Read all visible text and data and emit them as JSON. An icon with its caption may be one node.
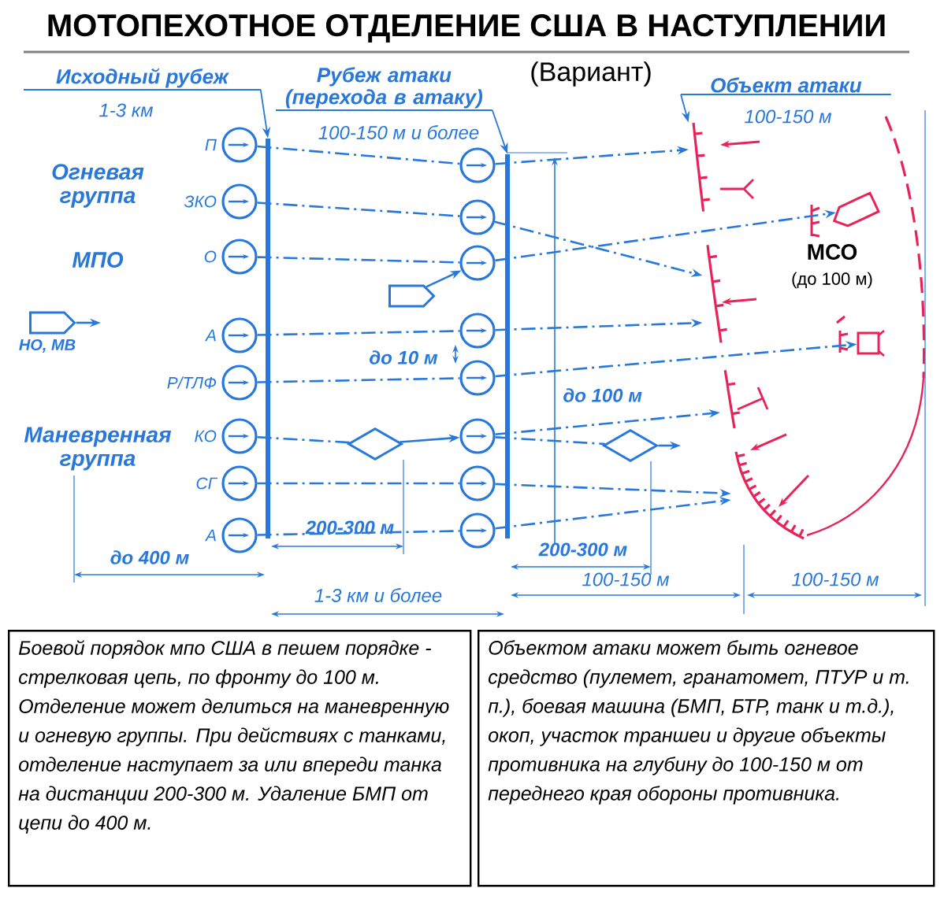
{
  "diagram": {
    "title": "МОТОПЕХОТНОЕ ОТДЕЛЕНИЕ США В НАСТУПЛЕНИИ",
    "nodes": [
      {
        "text": [
          "Исходный рубеж"
        ]
      },
      {
        "text": [
          "Рубеж атаки (перехода в атаку)"
        ]
      },
      {
        "text": [
          "Объект атаки"
        ]
      },
      {
        "text": [],
        "shape": "bar"
      },
      {
        "text": [],
        "shape": "bar"
      },
      {
        "text": [],
        "shape": "trench"
      },
      {
        "text": [],
        "shape": "trench"
      },
      {
        "text": [],
        "shape": "circle",
        "beside": [
          "П"
        ]
      },
      {
        "text": [],
        "shape": "circle",
        "beside": [
          "ЗКО"
        ]
      },
      {
        "text": [],
        "shape": "circle",
        "beside": [
          "О"
        ]
      },
      {
        "text": [],
        "shape": "circle",
        "beside": [
          "А"
        ]
      },
      {
        "text": [],
        "shape": "circle",
        "beside": [
          "Р/ТЛФ"
        ]
      },
      {
        "text": [],
        "shape": "circle",
        "beside": [
          "КО"
        ]
      },
      {
        "text": [],
        "shape": "circle",
        "beside": [
          "СГ"
        ]
      },
      {
        "text": [],
        "shape": "circle",
        "beside": [
          "А"
        ]
      },
      {
        "text": [],
        "shape": "circle"
      },
      {
        "text": [],
        "shape": "circle"
      },
      {
        "text": [],
        "shape": "circle"
      },
      {
        "text": [],
        "shape": "circle"
      },
      {
        "text": [],
        "shape": "circle"
      },
      {
        "text": [],
        "shape": "circle"
      },
      {
        "text": [],
        "shape": "circle"
      },
      {
        "text": [],
        "shape": "circle"
      },
      {
        "text": [],
        "shape": "vehicle",
        "beside": [
          "НО, МВ"
        ]
      },
      {
        "text": [],
        "shape": "vehicle"
      },
      {
        "text": [],
        "shape": "diamond"
      },
      {
        "text": [],
        "shape": "diamond"
      },
      {
        "text": [],
        "shape": "vehicle"
      },
      {
        "text": [],
        "shape": "box"
      },
      {
        "text": [
          "Боевой порядок мпо США в пешем порядке - стрелковая цепь, по фронту до 100 м. Отделение может делиться на маневренную и огневую группы. При действиях с танками, отделение наступает за или впереди танка на дистанции 200-300 м. Удаление БМП от цепи до 400 м."
        ]
      },
      {
        "text": [
          "Объектом атаки может быть огневое средство (пулемет, гранатомет, ПТУР и т. п.), боевая машина (БМП, БТР, танк и т.д.), окоп, участок траншеи и другие объекты противника на глубину до 100-150 м от переднего края обороны противника."
        ]
      },
      {
        "text": [],
        "shape": "trench"
      },
      {
        "text": [],
        "shape": "trench"
      }
    ],
    "edges": [
      {
        "from": 0,
        "to": 3,
        "arrow": "to"
      },
      {
        "from": 1,
        "to": 4,
        "arrow": "to"
      },
      {
        "from": 2,
        "to": 5,
        "arrow": "to"
      },
      {
        "from": 7,
        "to": 15,
        "arrow": "none",
        "style": "dashed"
      },
      {
        "from": 8,
        "to": 16,
        "arrow": "none",
        "style": "dashed"
      },
      {
        "from": 9,
        "to": 17,
        "arrow": "none",
        "style": "dashed"
      },
      {
        "from": 10,
        "to": 18,
        "arrow": "none",
        "style": "dashed"
      },
      {
        "from": 11,
        "to": 19,
        "arrow": "none",
        "style": "dashed"
      },
      {
        "from": 12,
        "to": 25,
        "arrow": "none",
        "style": "dashed"
      },
      {
        "from": 25,
        "to": 20,
        "arrow": "to"
      },
      {
        "from": 13,
        "to": 21,
        "arrow": "none",
        "style": "dashed"
      },
      {
        "from": 14,
        "to": 22,
        "arrow": "none",
        "style": "dashed"
      },
      {
        "from": 23,
        "to": null,
        "arrow": "to"
      },
      {
        "from": 24,
        "to": 17,
        "arrow": "to"
      },
      {
        "from": 26,
        "to": null,
        "arrow": "to"
      },
      {
        "from": 15,
        "to": 5,
        "arrow": "to",
        "style": "dashed"
      },
      {
        "from": 16,
        "to": 31,
        "arrow": "to",
        "style": "dashed"
      },
      {
        "from": 17,
        "to": 27,
        "arrow": "to",
        "style": "dashed"
      },
      {
        "from": 18,
        "to": 31,
        "arrow": "to",
        "style": "dashed"
      },
      {
        "from": 19,
        "to": 28,
        "arrow": "to",
        "style": "dashed"
      },
      {
        "from": 20,
        "to": 32,
        "arrow": "to",
        "style": "dashed"
      },
      {
        "from": 21,
        "to": 6,
        "arrow": "to",
        "style": "dashed"
      },
      {
        "from": 22,
        "to": 6,
        "arrow": "to",
        "style": "dashed"
      },
      {
        "from": 20,
        "to": 26,
        "arrow": "none",
        "style": "dashed"
      }
    ],
    "labels": [
      "(Вариант)",
      "1-3 км",
      "100-150 м",
      "100-150 м и более",
      "Огневая группа",
      "МПО",
      "МСО",
      "(до 100 м)",
      "до 10 м",
      "до 100 м",
      "Маневренная группа",
      "200-300 м",
      "200-300 м",
      "до 400 м",
      "1-3 км и более",
      "100-150 м",
      "100-150 м"
    ]
  }
}
